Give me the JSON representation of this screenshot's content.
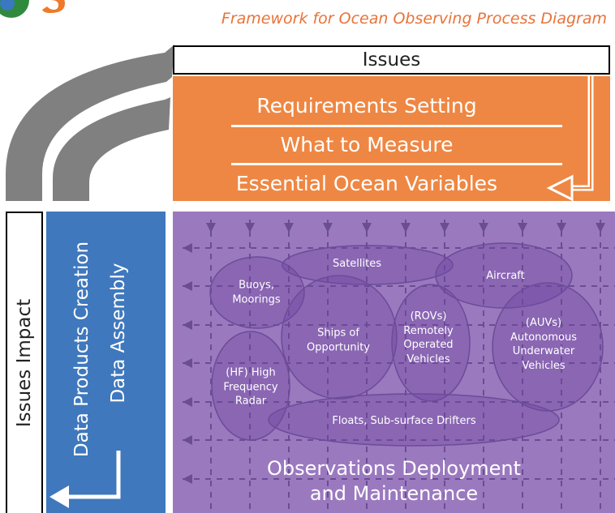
{
  "header": {
    "title": "Framework for Ocean Observing Process Diagram"
  },
  "issues": {
    "label": "Issues"
  },
  "requirements": {
    "items": [
      "Requirements Setting",
      "What to Measure",
      "Essential Ocean Variables"
    ]
  },
  "impact": {
    "label": "Issues Impact"
  },
  "data_panel": {
    "creation": "Data Products Creation",
    "assembly": "Data Assembly"
  },
  "observations": {
    "platforms": {
      "satellites": "Satellites",
      "buoys": "Buoys,\nMoorings",
      "aircraft": "Aircraft",
      "ships": "Ships of\nOpportunity",
      "rovs": "(ROVs)\nRemotely\nOperated\nVehicles",
      "auvs": "(AUVs)\nAutonomous\nUnderwater\nVehicles",
      "radar": "(HF) High\nFrequency\nRadar",
      "floats": "Floats, Sub-surface Drifters"
    },
    "title_line1": "Observations Deployment",
    "title_line2": "and Maintenance"
  },
  "colors": {
    "orange": "#ee8743",
    "blue": "#3f78bd",
    "purple": "#9b79bf",
    "gray": "#7f7f7f"
  }
}
